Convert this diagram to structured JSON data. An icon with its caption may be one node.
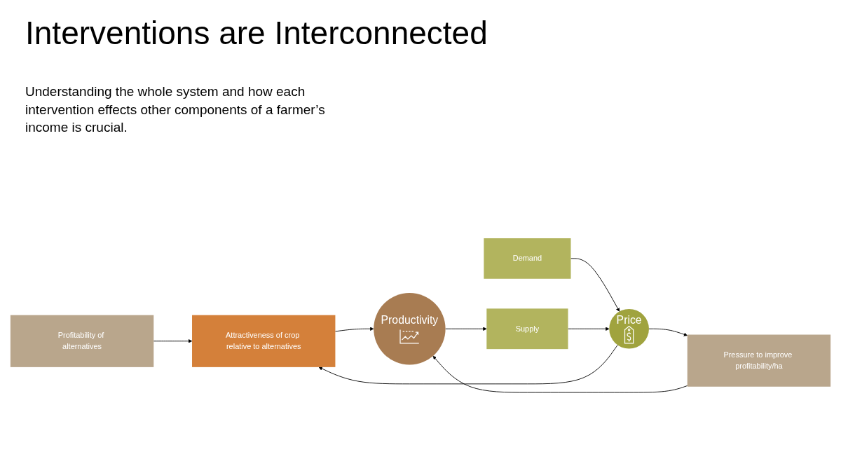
{
  "diagram": {
    "title": "Interventions are Interconnected",
    "nodes": [
      {
        "text": [
          "Profitability of alternatives"
        ]
      },
      {
        "text": [
          "Attractiveness of crop relative to alternatives"
        ]
      },
      {
        "text": [
          "Price"
        ]
      },
      {
        "text": [
          "Pressure to improve profitability/ha"
        ]
      },
      {
        "text": [
          "Demand"
        ]
      },
      {
        "text": [
          "Supply"
        ]
      },
      {
        "text": [
          "Productivity"
        ]
      }
    ],
    "edges": [
      {
        "from": 0,
        "to": 1,
        "arrow": "to"
      },
      {
        "from": 2,
        "to": 1,
        "arrow": "to"
      },
      {
        "from": 1,
        "to": 6,
        "arrow": "to"
      },
      {
        "from": 2,
        "to": 3,
        "arrow": "to"
      },
      {
        "from": 3,
        "to": 6,
        "arrow": "to"
      },
      {
        "from": 4,
        "to": 2,
        "arrow": "to"
      },
      {
        "from": 5,
        "to": 2,
        "arrow": "to"
      },
      {
        "from": 6,
        "to": 5,
        "arrow": "to"
      }
    ],
    "labels": [
      "Understanding the whole system and how each intervention effects other components of a farmer’s income is crucial."
    ]
  }
}
